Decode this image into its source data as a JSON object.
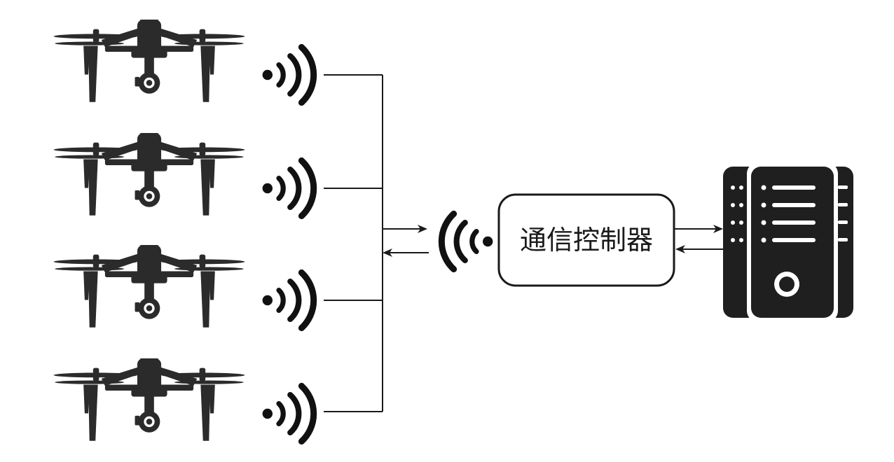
{
  "diagram": {
    "controller": {
      "label": "通信控制器"
    },
    "colors": {
      "ink": "#1a1a1a",
      "drone_body": "#2b2b2b",
      "server_body": "#1f1f1f",
      "background": "#ffffff"
    },
    "nodes": [
      {
        "id": "drone-1",
        "icon": "drone-icon",
        "signal": "wifi-signal-icon"
      },
      {
        "id": "drone-2",
        "icon": "drone-icon",
        "signal": "wifi-signal-icon"
      },
      {
        "id": "drone-3",
        "icon": "drone-icon",
        "signal": "wifi-signal-icon"
      },
      {
        "id": "drone-4",
        "icon": "drone-icon",
        "signal": "wifi-signal-icon"
      },
      {
        "id": "controller-antenna",
        "icon": "wifi-signal-icon"
      },
      {
        "id": "controller",
        "icon": "rounded-box"
      },
      {
        "id": "server",
        "icon": "server-icon"
      }
    ],
    "edges": [
      {
        "from": "drones-bus",
        "to": "controller-antenna",
        "direction": "forward"
      },
      {
        "from": "controller-antenna",
        "to": "drones-bus",
        "direction": "backward"
      },
      {
        "from": "controller",
        "to": "server",
        "direction": "forward"
      },
      {
        "from": "server",
        "to": "controller",
        "direction": "backward"
      }
    ]
  }
}
